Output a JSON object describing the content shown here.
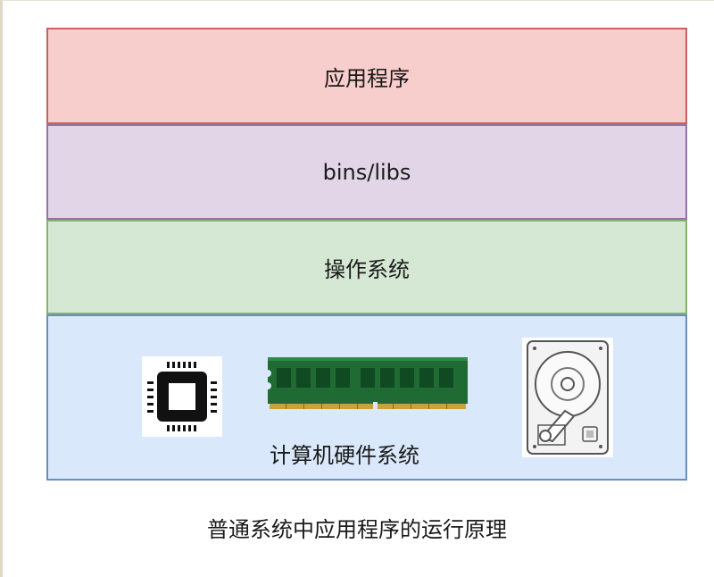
{
  "diagram": {
    "layers": [
      {
        "id": "app",
        "label": "应用程序"
      },
      {
        "id": "libs",
        "label": "bins/libs"
      },
      {
        "id": "os",
        "label": "操作系统"
      },
      {
        "id": "hw",
        "label": "计算机硬件系统"
      }
    ],
    "hardware_icons": [
      "cpu-chip-icon",
      "ram-module-icon",
      "hard-disk-icon"
    ],
    "caption": "普通系统中应用程序的运行原理"
  },
  "colors": {
    "app_fill": "#f8cecc",
    "app_border": "#c9615e",
    "libs_fill": "#e1d5e7",
    "libs_border": "#9673a6",
    "os_fill": "#d5e8d4",
    "os_border": "#82b366",
    "hw_fill": "#dae8fc",
    "hw_border": "#6c8ebf"
  }
}
